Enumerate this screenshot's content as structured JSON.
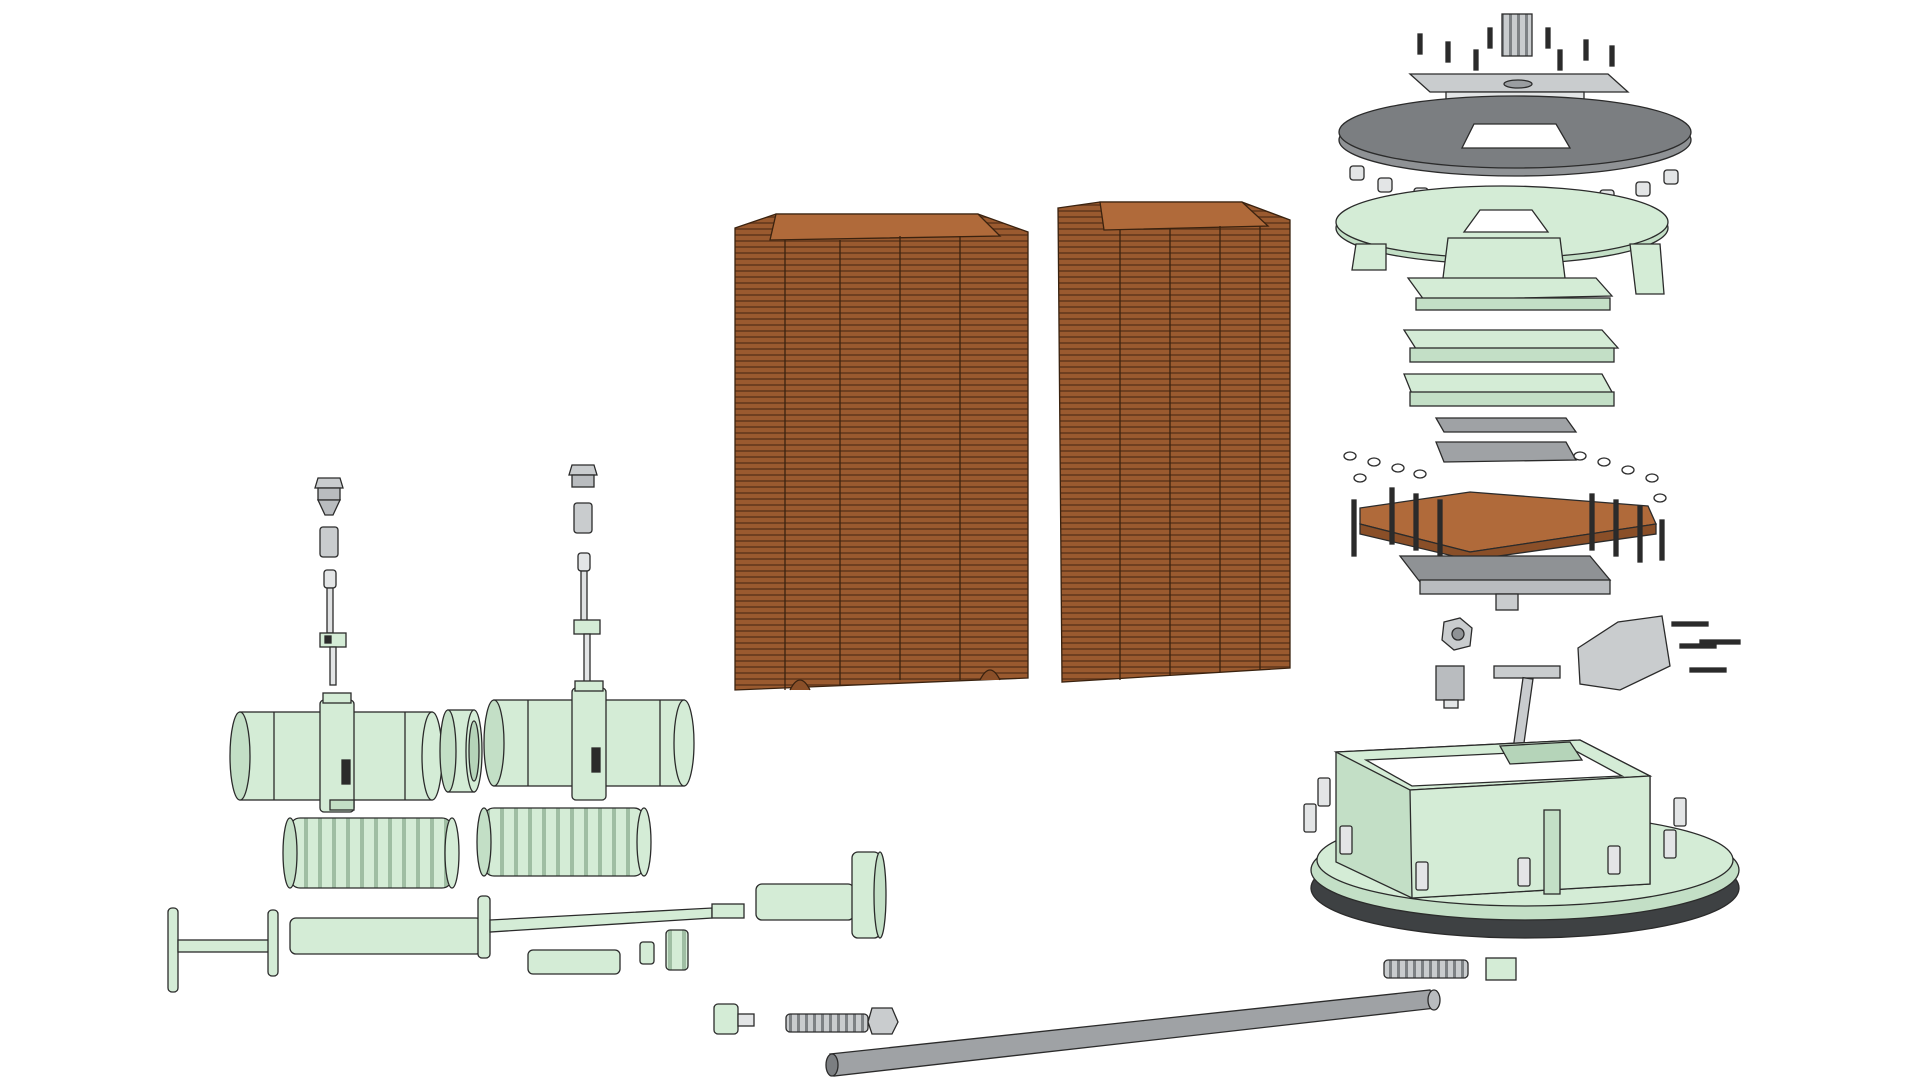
{
  "palette": {
    "background": "#ffffff",
    "mint": "#d4ecd6",
    "mint_dark": "#a9c9ad",
    "copper": "#b06a3a",
    "copper_dark": "#6e3f20",
    "steel": "#b9bcbf",
    "steel_dark": "#6f7376",
    "dark_gasket": "#3e4143",
    "outline": "#2b2b2b"
  },
  "assembly": {
    "groups": [
      "left-tube-subassembly",
      "left-copper-fin-stack",
      "right-copper-fin-stack",
      "right-exploded-tower",
      "long-rod-subassembly"
    ]
  }
}
